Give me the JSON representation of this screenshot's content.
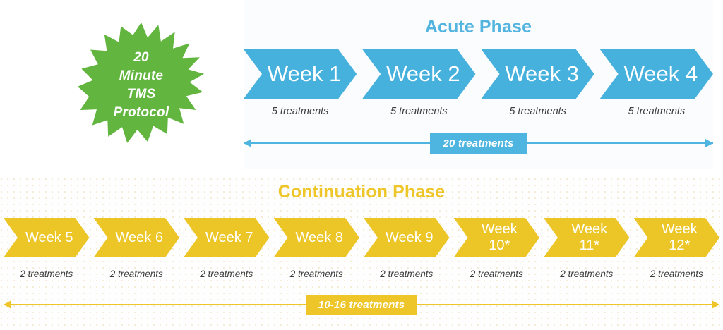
{
  "badge": {
    "name": "20-minute-tms-protocol-badge",
    "color": "#62b63f",
    "lines": [
      "20",
      "Minute",
      "TMS",
      "Protocol"
    ]
  },
  "acute_phase": {
    "title": "Acute Phase",
    "color": "#54b4e0",
    "steps": [
      {
        "label": "Week 1",
        "caption": "5 treatments"
      },
      {
        "label": "Week 2",
        "caption": "5 treatments"
      },
      {
        "label": "Week 3",
        "caption": "5 treatments"
      },
      {
        "label": "Week 4",
        "caption": "5 treatments"
      }
    ],
    "summary": "20 treatments"
  },
  "continuation_phase": {
    "title": "Continuation Phase",
    "color": "#eec62a",
    "steps": [
      {
        "label": "Week 5",
        "caption": "2 treatments"
      },
      {
        "label": "Week 6",
        "caption": "2 treatments"
      },
      {
        "label": "Week 7",
        "caption": "2 treatments"
      },
      {
        "label": "Week 8",
        "caption": "2 treatments"
      },
      {
        "label": "Week 9",
        "caption": "2 treatments"
      },
      {
        "label": "Week\n10*",
        "caption": "2 treatments"
      },
      {
        "label": "Week\n11*",
        "caption": "2 treatments"
      },
      {
        "label": "Week\n12*",
        "caption": "2 treatments"
      }
    ],
    "summary": "10-16 treatments"
  }
}
